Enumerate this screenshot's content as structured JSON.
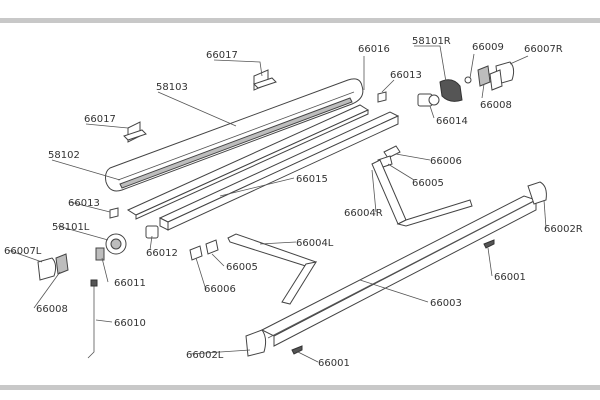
{
  "labels": {
    "l66017a": "66017",
    "l66016": "66016",
    "l58101r": "58101R",
    "l66009": "66009",
    "l66007r": "66007R",
    "l58103": "58103",
    "l66013a": "66013",
    "l66008r": "66008",
    "l66017b": "66017",
    "l66014": "66014",
    "l58102": "58102",
    "l66006a": "66006",
    "l66015": "66015",
    "l66005a": "66005",
    "l66013b": "66013",
    "l66004r": "66004R",
    "l58101l": "58101L",
    "l66002r": "66002R",
    "l66012": "66012",
    "l66004l": "66004L",
    "l66007l": "66007L",
    "l66005b": "66005",
    "l66001a": "66001",
    "l66011": "66011",
    "l66006b": "66006",
    "l66008l": "66008",
    "l66003": "66003",
    "l66010": "66010",
    "l66002l": "66002L",
    "l66001b": "66001"
  }
}
